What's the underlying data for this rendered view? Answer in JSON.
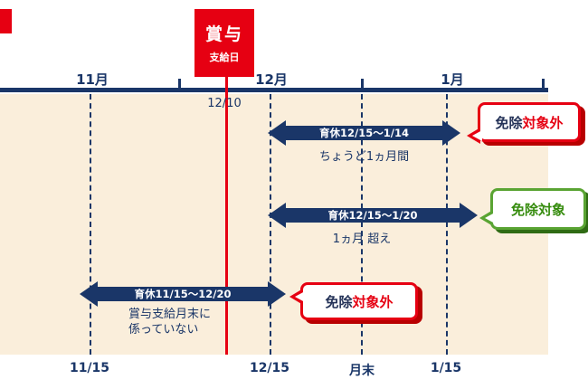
{
  "colors": {
    "navy": "#1a3668",
    "red": "#e60012",
    "beige": "#faeedb",
    "green_border": "#5aa433",
    "green_text": "#368c0e",
    "shadow_red": "#b80000",
    "shadow_green": "#2f6b14"
  },
  "bonus_box": {
    "title": "賞与",
    "subtitle": "支給日",
    "date_label": "12/10"
  },
  "timeline": {
    "months": [
      {
        "label": "11月"
      },
      {
        "label": "12月"
      },
      {
        "label": "1月"
      }
    ],
    "bottom_labels": [
      {
        "label": "11/15"
      },
      {
        "label": "12/15"
      },
      {
        "label": "月末"
      },
      {
        "label": "1/15"
      }
    ]
  },
  "arrows": [
    {
      "label": "育休12/15〜1/14",
      "note": "ちょうど1ヵ月間",
      "bubble": {
        "text_dark": "免除",
        "text_accent": "対象外"
      }
    },
    {
      "label": "育休12/15〜1/20",
      "note": "1ヵ月 超え",
      "bubble": {
        "text": "免除対象"
      }
    },
    {
      "label": "育休11/15〜12/20",
      "note_line1": "賞与支給月末に",
      "note_line2": "係っていない",
      "bubble": {
        "text_dark": "免除",
        "text_accent": "対象外"
      }
    }
  ]
}
